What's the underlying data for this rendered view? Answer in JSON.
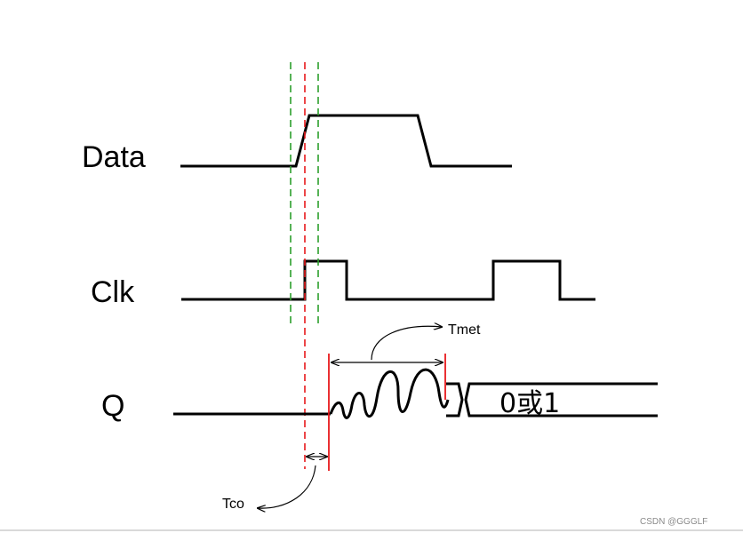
{
  "signals": {
    "data": "Data",
    "clk": "Clk",
    "q": "Q"
  },
  "annotations": {
    "tmet": "Tmet",
    "tco": "Tco",
    "output_state": "0或1"
  },
  "watermark": "CSDN @GGGLF",
  "colors": {
    "setup_hold_window": "#2ca02c",
    "clock_edge": "#e8191c",
    "waveform": "#000000"
  }
}
